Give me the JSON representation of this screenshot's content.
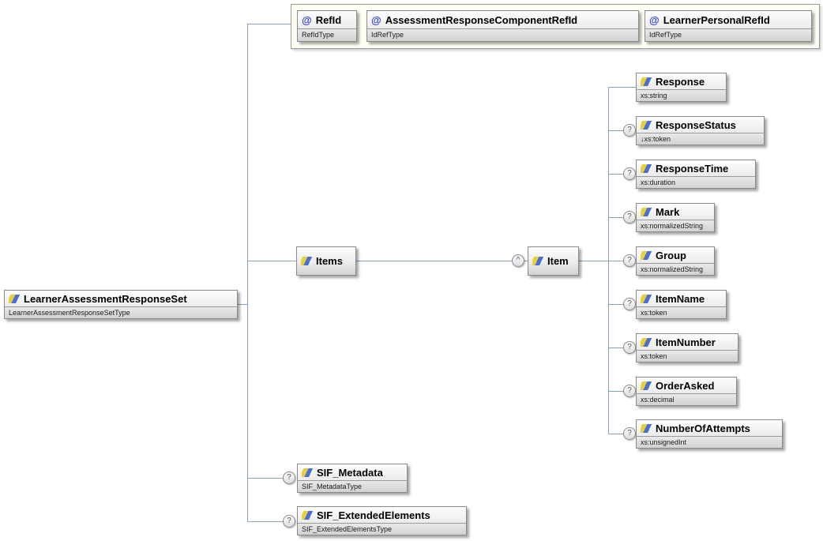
{
  "colors": {
    "connector": "#87a1bd",
    "attribute_glyph": "#2b3fd0",
    "element_icon_yellow": "#e8cf3e",
    "element_icon_blue": "#4a6fd0"
  },
  "glyphs": {
    "attribute": "@",
    "optional": "?",
    "repeat": "^"
  },
  "root": {
    "title": "LearnerAssessmentResponseSet",
    "type": "LearnerAssessmentResponseSetType"
  },
  "attributes": [
    {
      "title": "RefId",
      "type": "RefIdType"
    },
    {
      "title": "AssessmentResponseComponentRefId",
      "type": "IdRefType"
    },
    {
      "title": "LearnerPersonalRefId",
      "type": "IdRefType"
    }
  ],
  "items_node": {
    "title": "Items"
  },
  "item_node": {
    "title": "Item"
  },
  "item_children": [
    {
      "title": "Response",
      "type": "xs:string"
    },
    {
      "title": "ResponseStatus",
      "type": "↓xs:token"
    },
    {
      "title": "ResponseTime",
      "type": "xs:duration"
    },
    {
      "title": "Mark",
      "type": "xs:normalizedString"
    },
    {
      "title": "Group",
      "type": "xs:normalizedString"
    },
    {
      "title": "ItemName",
      "type": "xs:token"
    },
    {
      "title": "ItemNumber",
      "type": "xs:token"
    },
    {
      "title": "OrderAsked",
      "type": "xs:decimal"
    },
    {
      "title": "NumberOfAttempts",
      "type": "xs:unsignedInt"
    }
  ],
  "extras": [
    {
      "title": "SIF_Metadata",
      "type": "SIF_MetadataType"
    },
    {
      "title": "SIF_ExtendedElements",
      "type": "SIF_ExtendedElementsType"
    }
  ]
}
